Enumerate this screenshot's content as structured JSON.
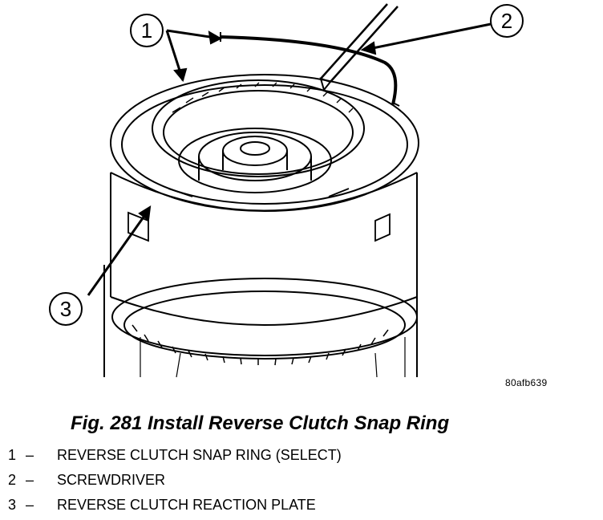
{
  "figure": {
    "image_ref": "80afb639",
    "caption": "Fig. 281 Install Reverse Clutch Snap Ring",
    "callouts": [
      "1",
      "2",
      "3"
    ],
    "legend": [
      {
        "num": "1",
        "sep": "–",
        "text": "REVERSE CLUTCH SNAP RING (SELECT)"
      },
      {
        "num": "2",
        "sep": "–",
        "text": "SCREWDRIVER"
      },
      {
        "num": "3",
        "sep": "–",
        "text": "REVERSE CLUTCH REACTION PLATE"
      }
    ]
  }
}
